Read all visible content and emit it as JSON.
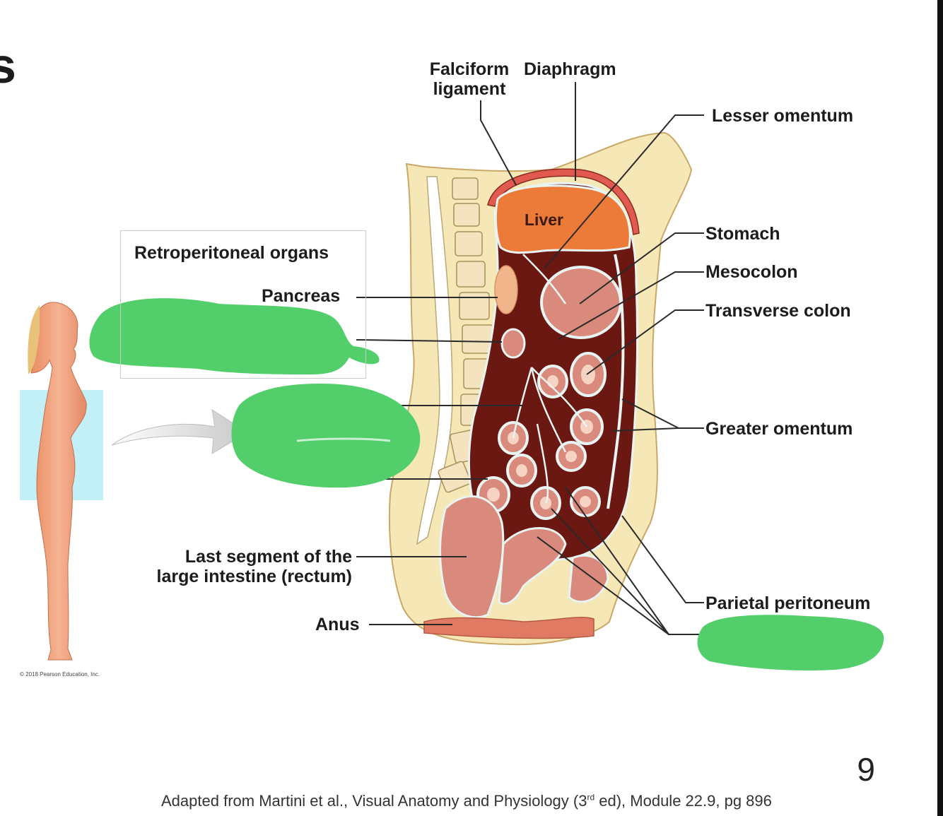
{
  "slide": {
    "letter": "s",
    "page_number": "9",
    "citation_pre": "Adapted from Martini et al., Visual Anatomy and Physiology (3",
    "citation_sup": "rd",
    "citation_post": " ed), Module 22.9, pg 896",
    "copyright": "© 2018 Pearson Education, Inc."
  },
  "labels": {
    "falciform": "Falciform\nligament",
    "diaphragm": "Diaphragm",
    "lesser_omentum": "Lesser omentum",
    "stomach": "Stomach",
    "mesocolon": "Mesocolon",
    "transverse_colon": "Transverse colon",
    "greater_omentum": "Greater omentum",
    "parietal_peritoneum": "Parietal peritoneum",
    "liver": "Liver",
    "retroperitoneal_title": "Retroperitoneal organs",
    "pancreas": "Pancreas",
    "rectum": "Last segment of the\nlarge intestine (rectum)",
    "anus": "Anus"
  },
  "colors": {
    "skin": "#f6e7b7",
    "liver": "#ec7b3a",
    "cavity": "#6b1712",
    "organ_pink": "#d98a7c",
    "highlight_green": "#52cf6b",
    "body_box": "#b8ecf6"
  }
}
